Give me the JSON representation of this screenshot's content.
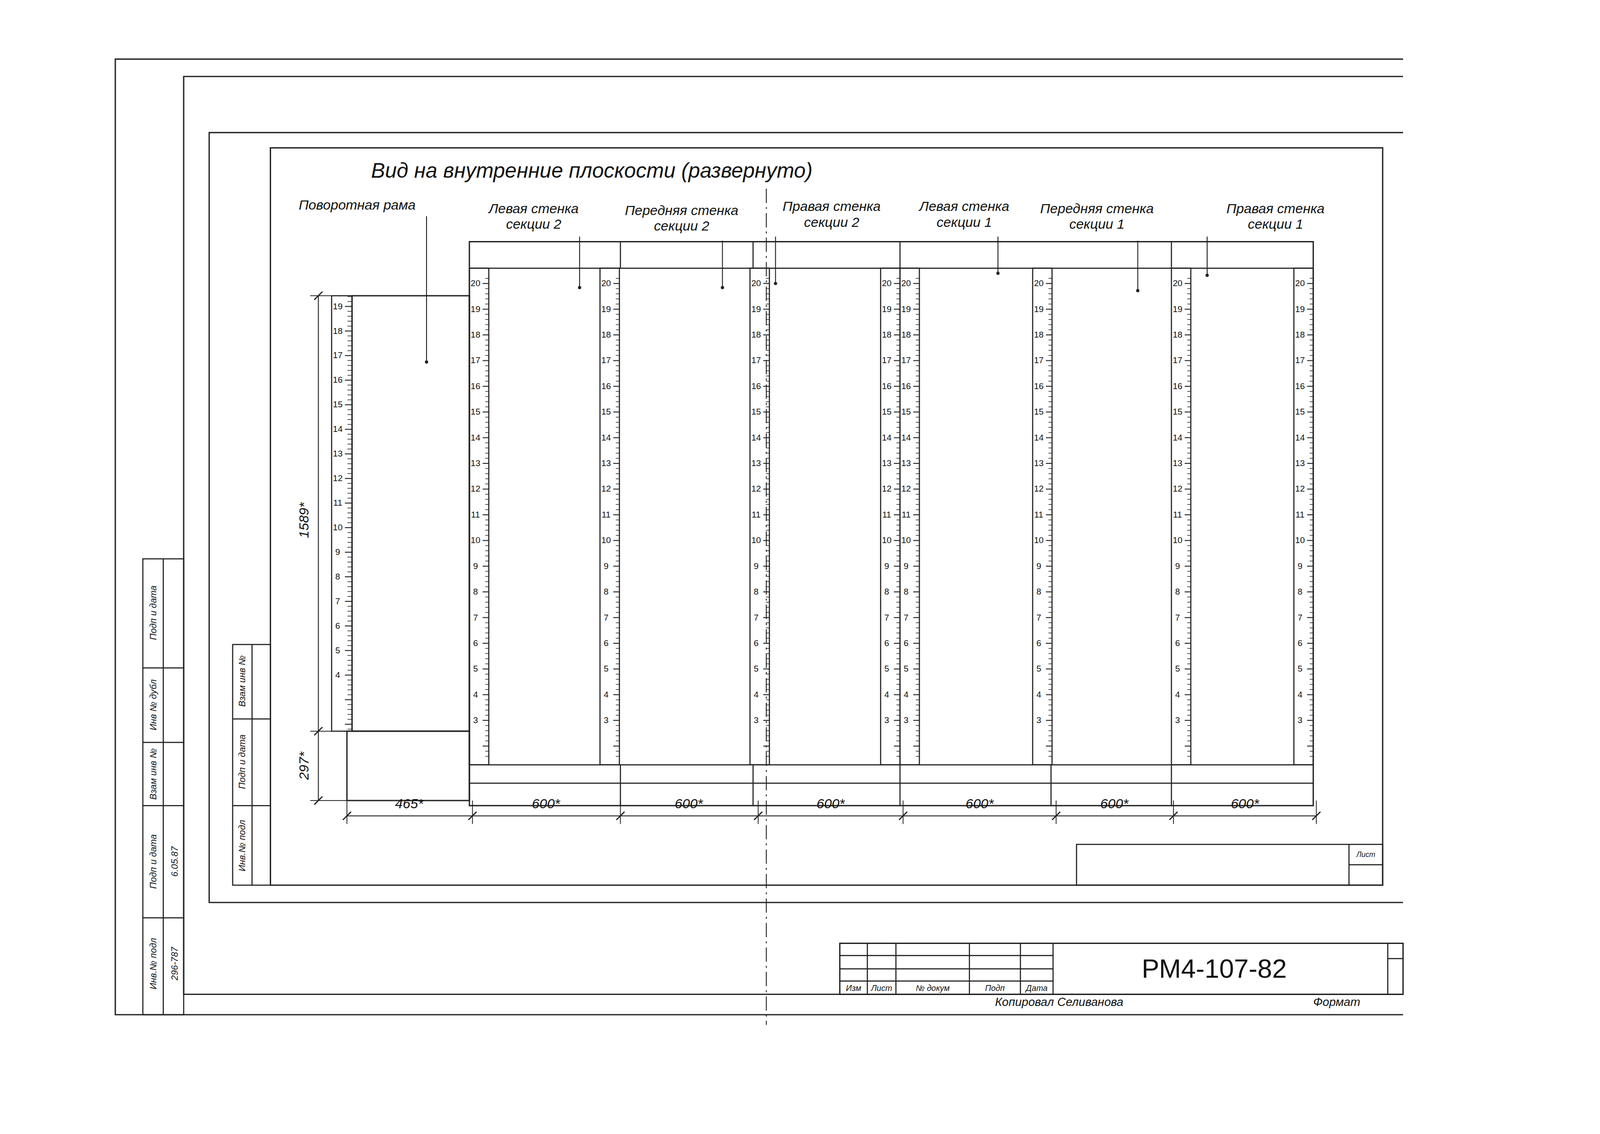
{
  "diagram": {
    "title": "Вид на внутренние плоскости (развернуто)",
    "labels": [
      "Поворотная рама",
      "Левая стенка секции 2",
      "Передняя стенка секции 2",
      "Правая стенка секции 2",
      "Левая стенка секции 1",
      "Передняя стенка секции 1",
      "Правая стенка секции 1",
      "1589*",
      "297*",
      "465*",
      "600*",
      "600*",
      "600*",
      "600*",
      "600*",
      "600*",
      "19",
      "18",
      "17",
      "16",
      "15",
      "14",
      "13",
      "12",
      "11",
      "10",
      "9",
      "8",
      "7",
      "6",
      "5",
      "4",
      "20",
      "19",
      "18",
      "17",
      "16",
      "15",
      "14",
      "13",
      "12",
      "11",
      "10",
      "9",
      "8",
      "7",
      "6",
      "5",
      "4",
      "3",
      "20",
      "19",
      "18",
      "17",
      "16",
      "15",
      "14",
      "13",
      "12",
      "11",
      "10",
      "9",
      "8",
      "7",
      "6",
      "5",
      "4",
      "3",
      "20",
      "19",
      "18",
      "17",
      "16",
      "15",
      "14",
      "13",
      "12",
      "11",
      "10",
      "9",
      "8",
      "7",
      "6",
      "5",
      "4",
      "3",
      "20",
      "19",
      "18",
      "17",
      "16",
      "15",
      "14",
      "13",
      "12",
      "11",
      "10",
      "9",
      "8",
      "7",
      "6",
      "5",
      "4",
      "3",
      "20",
      "19",
      "18",
      "17",
      "16",
      "15",
      "14",
      "13",
      "12",
      "11",
      "10",
      "9",
      "8",
      "7",
      "6",
      "5",
      "4",
      "3",
      "20",
      "19",
      "18",
      "17",
      "16",
      "15",
      "14",
      "13",
      "12",
      "11",
      "10",
      "9",
      "8",
      "7",
      "6",
      "5",
      "4",
      "3",
      "20",
      "19",
      "18",
      "17",
      "16",
      "15",
      "14",
      "13",
      "12",
      "11",
      "10",
      "9",
      "8",
      "7",
      "6",
      "5",
      "4",
      "3",
      "20",
      "19",
      "18",
      "17",
      "16",
      "15",
      "14",
      "13",
      "12",
      "11",
      "10",
      "9",
      "8",
      "7",
      "6",
      "5",
      "4",
      "3",
      "Инв.№ подл",
      "Подп и дата",
      "Взам инв №",
      "Инв № дубл",
      "Подп и дата",
      "296-787",
      "6.05.87",
      "Инв.№ подл",
      "Подп и дата",
      "Взам инв №",
      "РМ4-107-82",
      "Изм",
      "Лист",
      "№ докум",
      "Подп",
      "Дата",
      "Копировал Селиванова",
      "Формат",
      "Лист"
    ]
  }
}
